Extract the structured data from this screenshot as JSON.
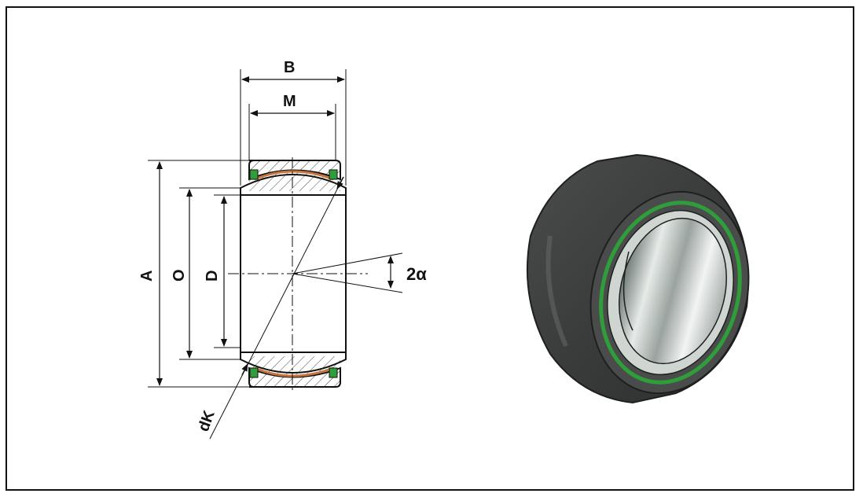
{
  "labels": {
    "B": "B",
    "M": "M",
    "A": "A",
    "O": "O",
    "D": "D",
    "angle": "2α",
    "dK": "dK"
  },
  "colors": {
    "seal": "#2f9e3a",
    "sliding_layer": "#c7743d",
    "outline": "#111111",
    "housing": "#3d3f3e"
  }
}
